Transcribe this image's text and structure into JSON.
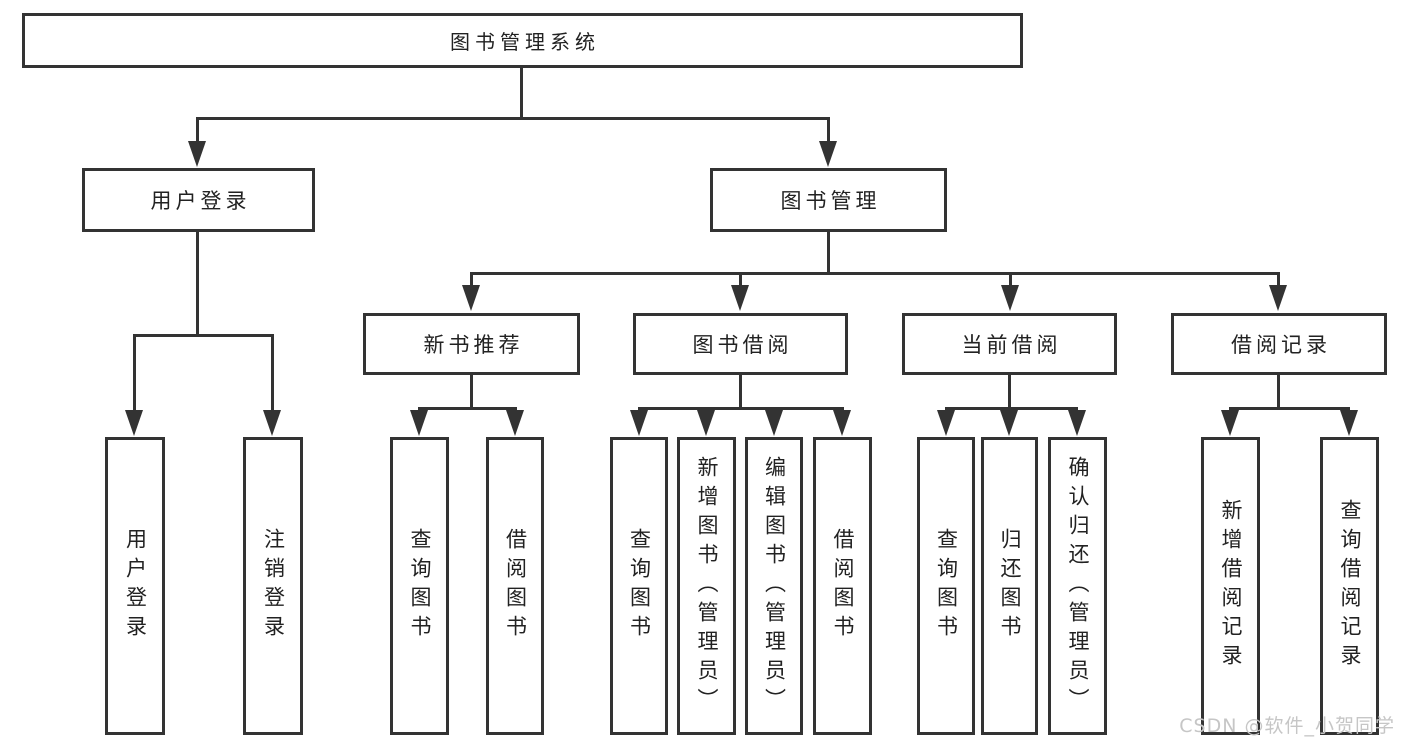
{
  "diagram": {
    "root": {
      "label": "图书管理系统"
    },
    "branches": [
      {
        "label": "用户登录",
        "children": [
          {
            "label": "用户登录"
          },
          {
            "label": "注销登录"
          }
        ]
      },
      {
        "label": "图书管理",
        "children": [
          {
            "label": "新书推荐",
            "children": [
              {
                "label": "查询图书"
              },
              {
                "label": "借阅图书"
              }
            ]
          },
          {
            "label": "图书借阅",
            "children": [
              {
                "label": "查询图书"
              },
              {
                "label": "新增图书（管理员）"
              },
              {
                "label": "编辑图书（管理员）"
              },
              {
                "label": "借阅图书"
              }
            ]
          },
          {
            "label": "当前借阅",
            "children": [
              {
                "label": "查询图书"
              },
              {
                "label": "归还图书"
              },
              {
                "label": "确认归还（管理员）"
              }
            ]
          },
          {
            "label": "借阅记录",
            "children": [
              {
                "label": "新增借阅记录"
              },
              {
                "label": "查询借阅记录"
              }
            ]
          }
        ]
      }
    ],
    "watermark": "CSDN @软件_小贺同学",
    "colors": {
      "line": "#333333",
      "text": "#222222",
      "background": "#ffffff",
      "watermark": "#c6c6c6"
    }
  }
}
